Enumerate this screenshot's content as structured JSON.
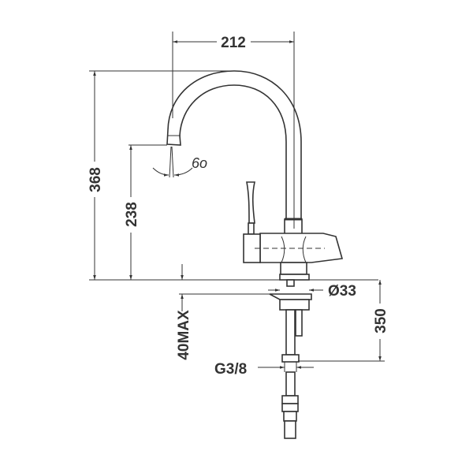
{
  "drawing": {
    "title": "Kitchen faucet dimension drawing",
    "dimensions": {
      "spout_reach": "212",
      "total_height": "368",
      "spout_height": "238",
      "spout_angle": "6o",
      "base_diameter": "Ø33",
      "under_sink_length": "350",
      "max_deck_thickness": "40MAX",
      "connection_thread": "G3/8"
    },
    "colors": {
      "line": "#333333",
      "background": "#ffffff"
    }
  }
}
